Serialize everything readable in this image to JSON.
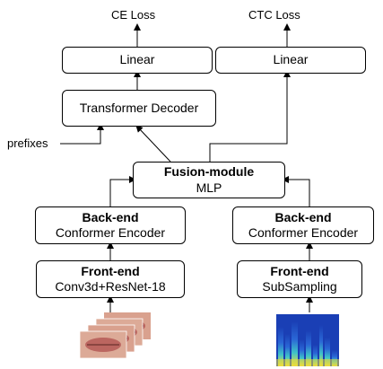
{
  "outputs": {
    "ce_loss": "CE Loss",
    "ctc_loss": "CTC Loss"
  },
  "linear_left": {
    "label": "Linear"
  },
  "linear_right": {
    "label": "Linear"
  },
  "transformer_decoder": {
    "label": "Transformer Decoder"
  },
  "prefixes": {
    "label": "prefixes"
  },
  "fusion": {
    "title": "Fusion-module",
    "subtitle": "MLP"
  },
  "backend_left": {
    "title": "Back-end",
    "subtitle": "Conformer Encoder"
  },
  "backend_right": {
    "title": "Back-end",
    "subtitle": "Conformer Encoder"
  },
  "frontend_left": {
    "title": "Front-end",
    "subtitle": "Conv3d+ResNet-18"
  },
  "frontend_right": {
    "title": "Front-end",
    "subtitle": "SubSampling"
  },
  "inputs": {
    "video_frames_icon": "lips-video-frames-icon",
    "spectrogram_icon": "spectrogram-icon"
  },
  "colors": {
    "stroke": "#000000",
    "background": "#ffffff",
    "lip_skin": "#d9a18e",
    "lip_red": "#b8605a",
    "spectrogram_bg": "#1a3fb5",
    "spectrogram_hot": "#f2e23a"
  }
}
